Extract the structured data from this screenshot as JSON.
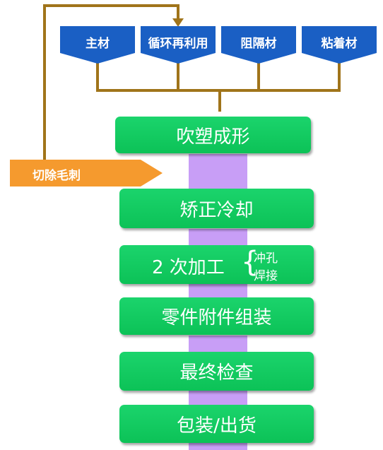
{
  "materials": [
    "主材",
    "循环再利用",
    "阻隔材",
    "粘着材"
  ],
  "side_step": "切除毛刺",
  "steps": {
    "blow_molding": "吹塑成形",
    "straighten_cool": "矫正冷却",
    "secondary_processing": "2 次加工",
    "secondary_brace": "{",
    "secondary_sub_1": "冲孔",
    "secondary_sub_2": "焊接",
    "assembly": "零件附件组装",
    "final_inspection": "最终检查",
    "packing_shipping": "包装/出货"
  },
  "colors": {
    "material_blue": "#1a5fc4",
    "step_green": "#12c960",
    "connector_tan": "#a0741a",
    "center_purple": "#c89ef6",
    "tag_orange": "#f59a2e"
  }
}
